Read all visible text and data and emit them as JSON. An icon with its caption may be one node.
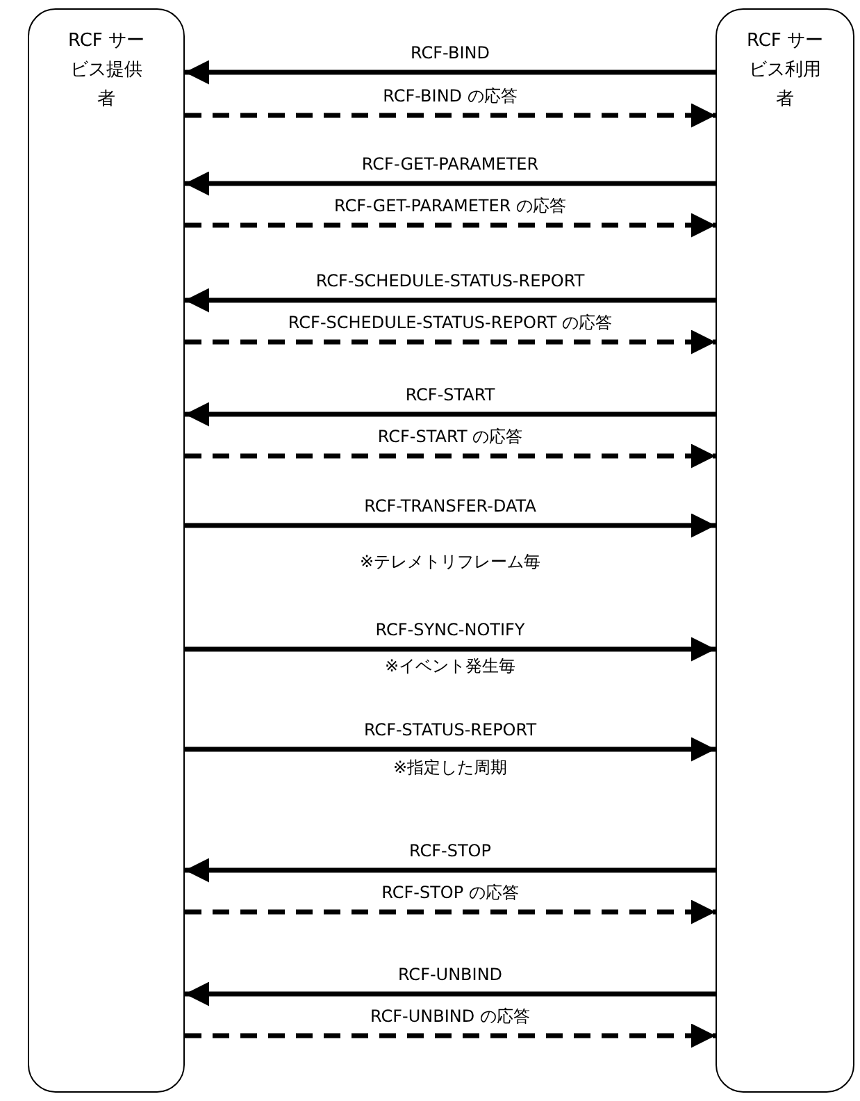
{
  "diagram": {
    "nodes": [
      {
        "text": [
          "RCF サービス提供者"
        ]
      },
      {
        "text": [
          "RCF サービス利用者"
        ]
      }
    ],
    "edges": [
      {
        "from": 1,
        "to": 0,
        "arrow": "to",
        "label": "RCF-BIND"
      },
      {
        "from": 0,
        "to": 1,
        "arrow": "to",
        "label": "RCF-BIND の応答",
        "style": "dashed"
      },
      {
        "from": 1,
        "to": 0,
        "arrow": "to",
        "label": "RCF-GET-PARAMETER"
      },
      {
        "from": 0,
        "to": 1,
        "arrow": "to",
        "label": "RCF-GET-PARAMETER の応答",
        "style": "dashed"
      },
      {
        "from": 1,
        "to": 0,
        "arrow": "to",
        "label": "RCF-SCHEDULE-STATUS-REPORT"
      },
      {
        "from": 0,
        "to": 1,
        "arrow": "to",
        "label": "RCF-SCHEDULE-STATUS-REPORT の応答",
        "style": "dashed"
      },
      {
        "from": 1,
        "to": 0,
        "arrow": "to",
        "label": "RCF-START"
      },
      {
        "from": 0,
        "to": 1,
        "arrow": "to",
        "label": "RCF-START の応答",
        "style": "dashed"
      },
      {
        "from": 0,
        "to": 1,
        "arrow": "to",
        "label": "RCF-TRANSFER-DATA"
      },
      {
        "from": 0,
        "to": 1,
        "arrow": "to",
        "label": "RCF-SYNC-NOTIFY"
      },
      {
        "from": 0,
        "to": 1,
        "arrow": "to",
        "label": "RCF-STATUS-REPORT"
      },
      {
        "from": 1,
        "to": 0,
        "arrow": "to",
        "label": "RCF-STOP"
      },
      {
        "from": 0,
        "to": 1,
        "arrow": "to",
        "label": "RCF-STOP の応答",
        "style": "dashed"
      },
      {
        "from": 1,
        "to": 0,
        "arrow": "to",
        "label": "RCF-UNBIND"
      },
      {
        "from": 0,
        "to": 1,
        "arrow": "to",
        "label": "RCF-UNBIND の応答",
        "style": "dashed"
      }
    ],
    "labels": [
      "※テレメトリフレーム毎",
      "※イベント発生毎",
      "※指定した周期"
    ]
  }
}
